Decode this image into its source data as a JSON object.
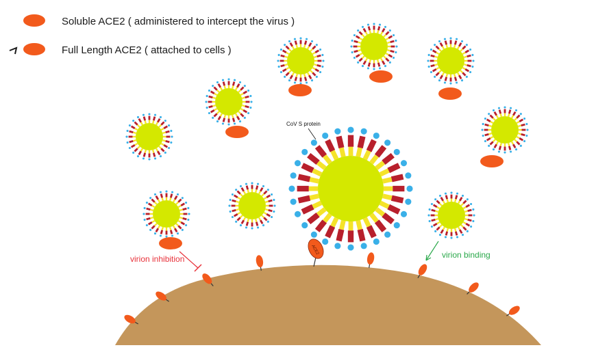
{
  "legend": {
    "soluble_label": "Soluble ACE2 ( administered to intercept the virus )",
    "full_length_label": "Full Length ACE2  ( attached to cells )"
  },
  "labels": {
    "spike": "CoV S protein",
    "inhibition": "virion inhibition",
    "binding": "virion binding",
    "receptor_tag": "ACE2"
  },
  "colors": {
    "virus_core": "#d4e800",
    "ace2": "#f25a1c",
    "cell": "#c4965b",
    "spike_stem": "#f5e32a",
    "spike_body": "#b8202c",
    "spike_head": "#3ab0e8",
    "inhibition": "#e8313a",
    "binding": "#2aa84a"
  }
}
